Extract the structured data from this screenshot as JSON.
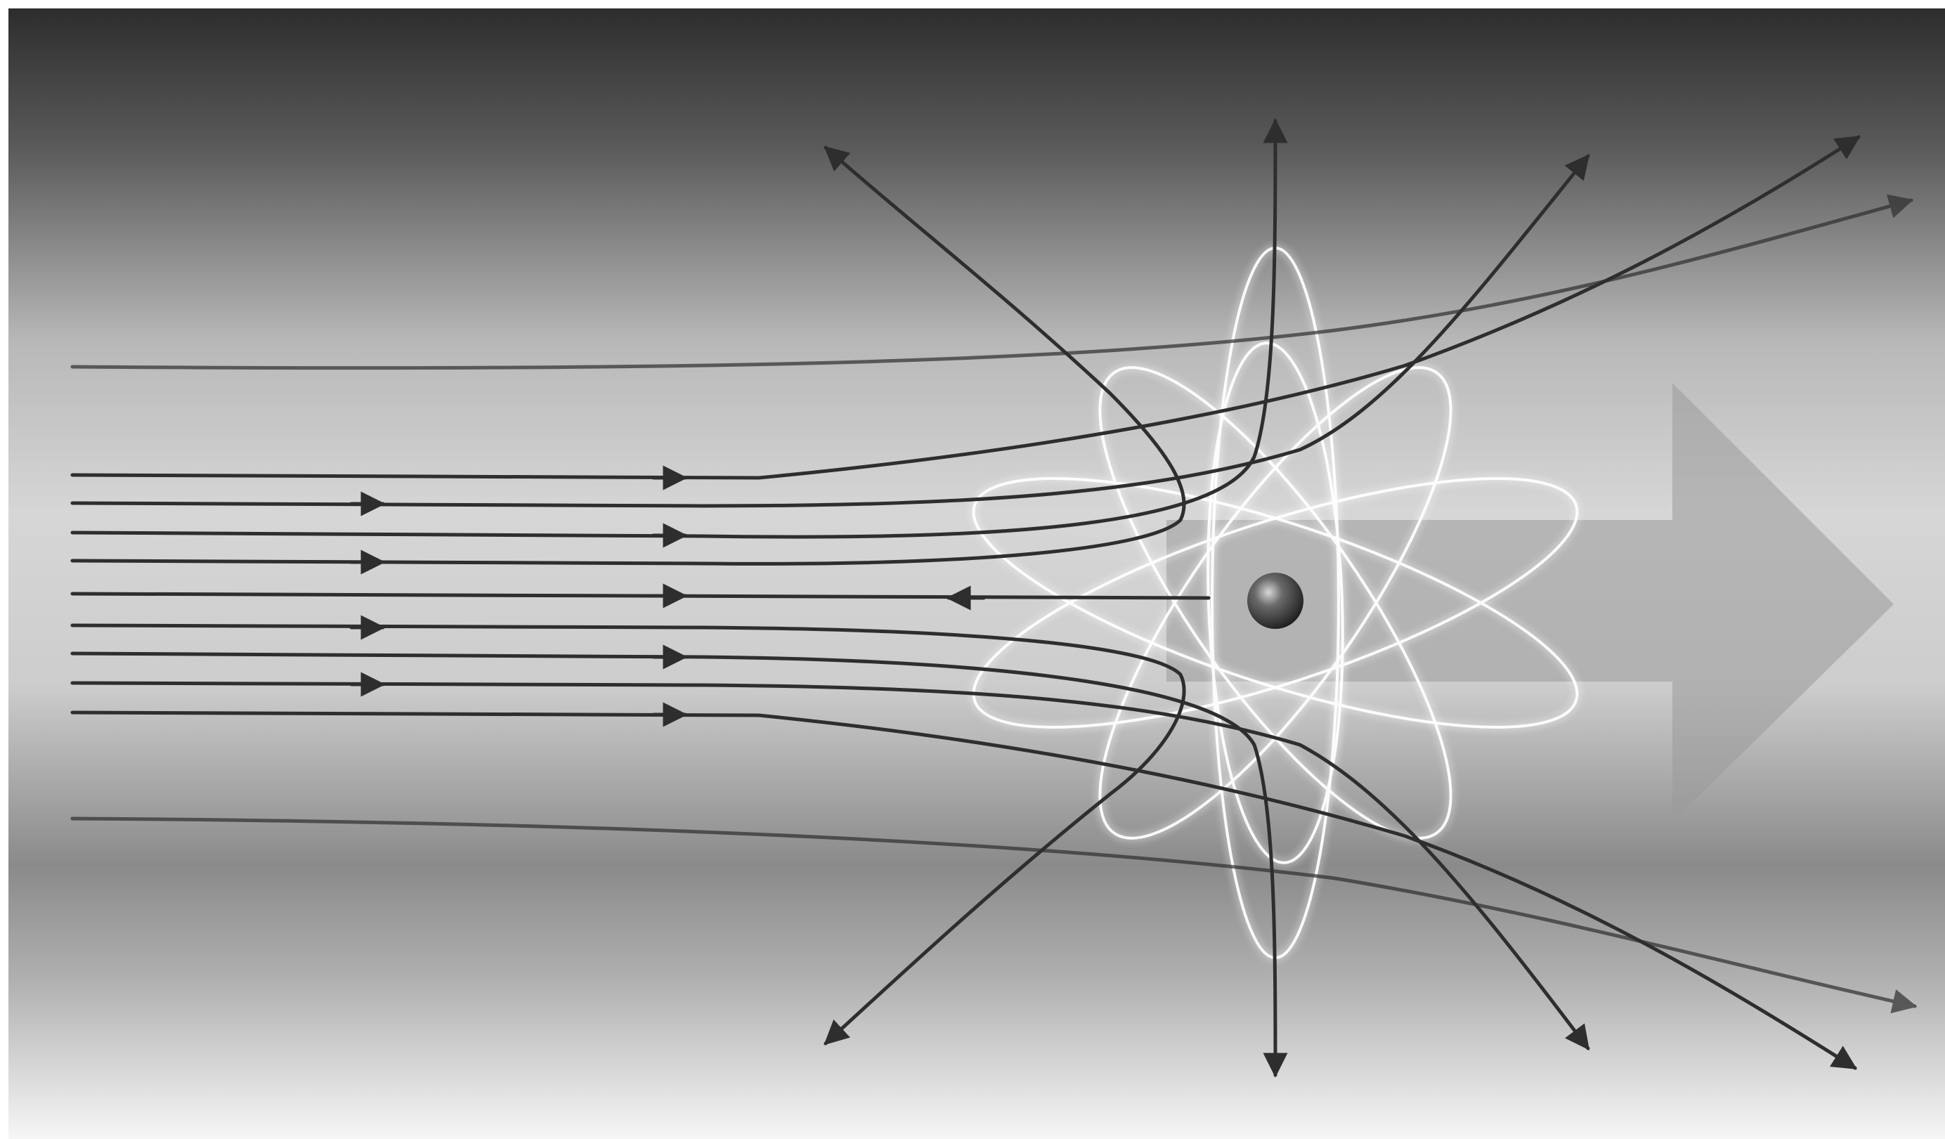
{
  "figure": {
    "subject": "alpha-particle-scattering-by-atom",
    "colors": {
      "background_top": "#2a2a2a",
      "background_mid": "#d8d8d8",
      "background_bottom": "#f6f6f6",
      "trajectory": "#2e2e2e",
      "orbit": "#ffffff",
      "nucleus": "#3a3a3a",
      "direction_arrow": "#9a9a9a"
    },
    "icons": {
      "nucleus": "nucleus-icon",
      "direction": "direction-arrow-icon"
    },
    "counts": {
      "incoming_beams": 11,
      "electron_orbits": 6
    }
  }
}
